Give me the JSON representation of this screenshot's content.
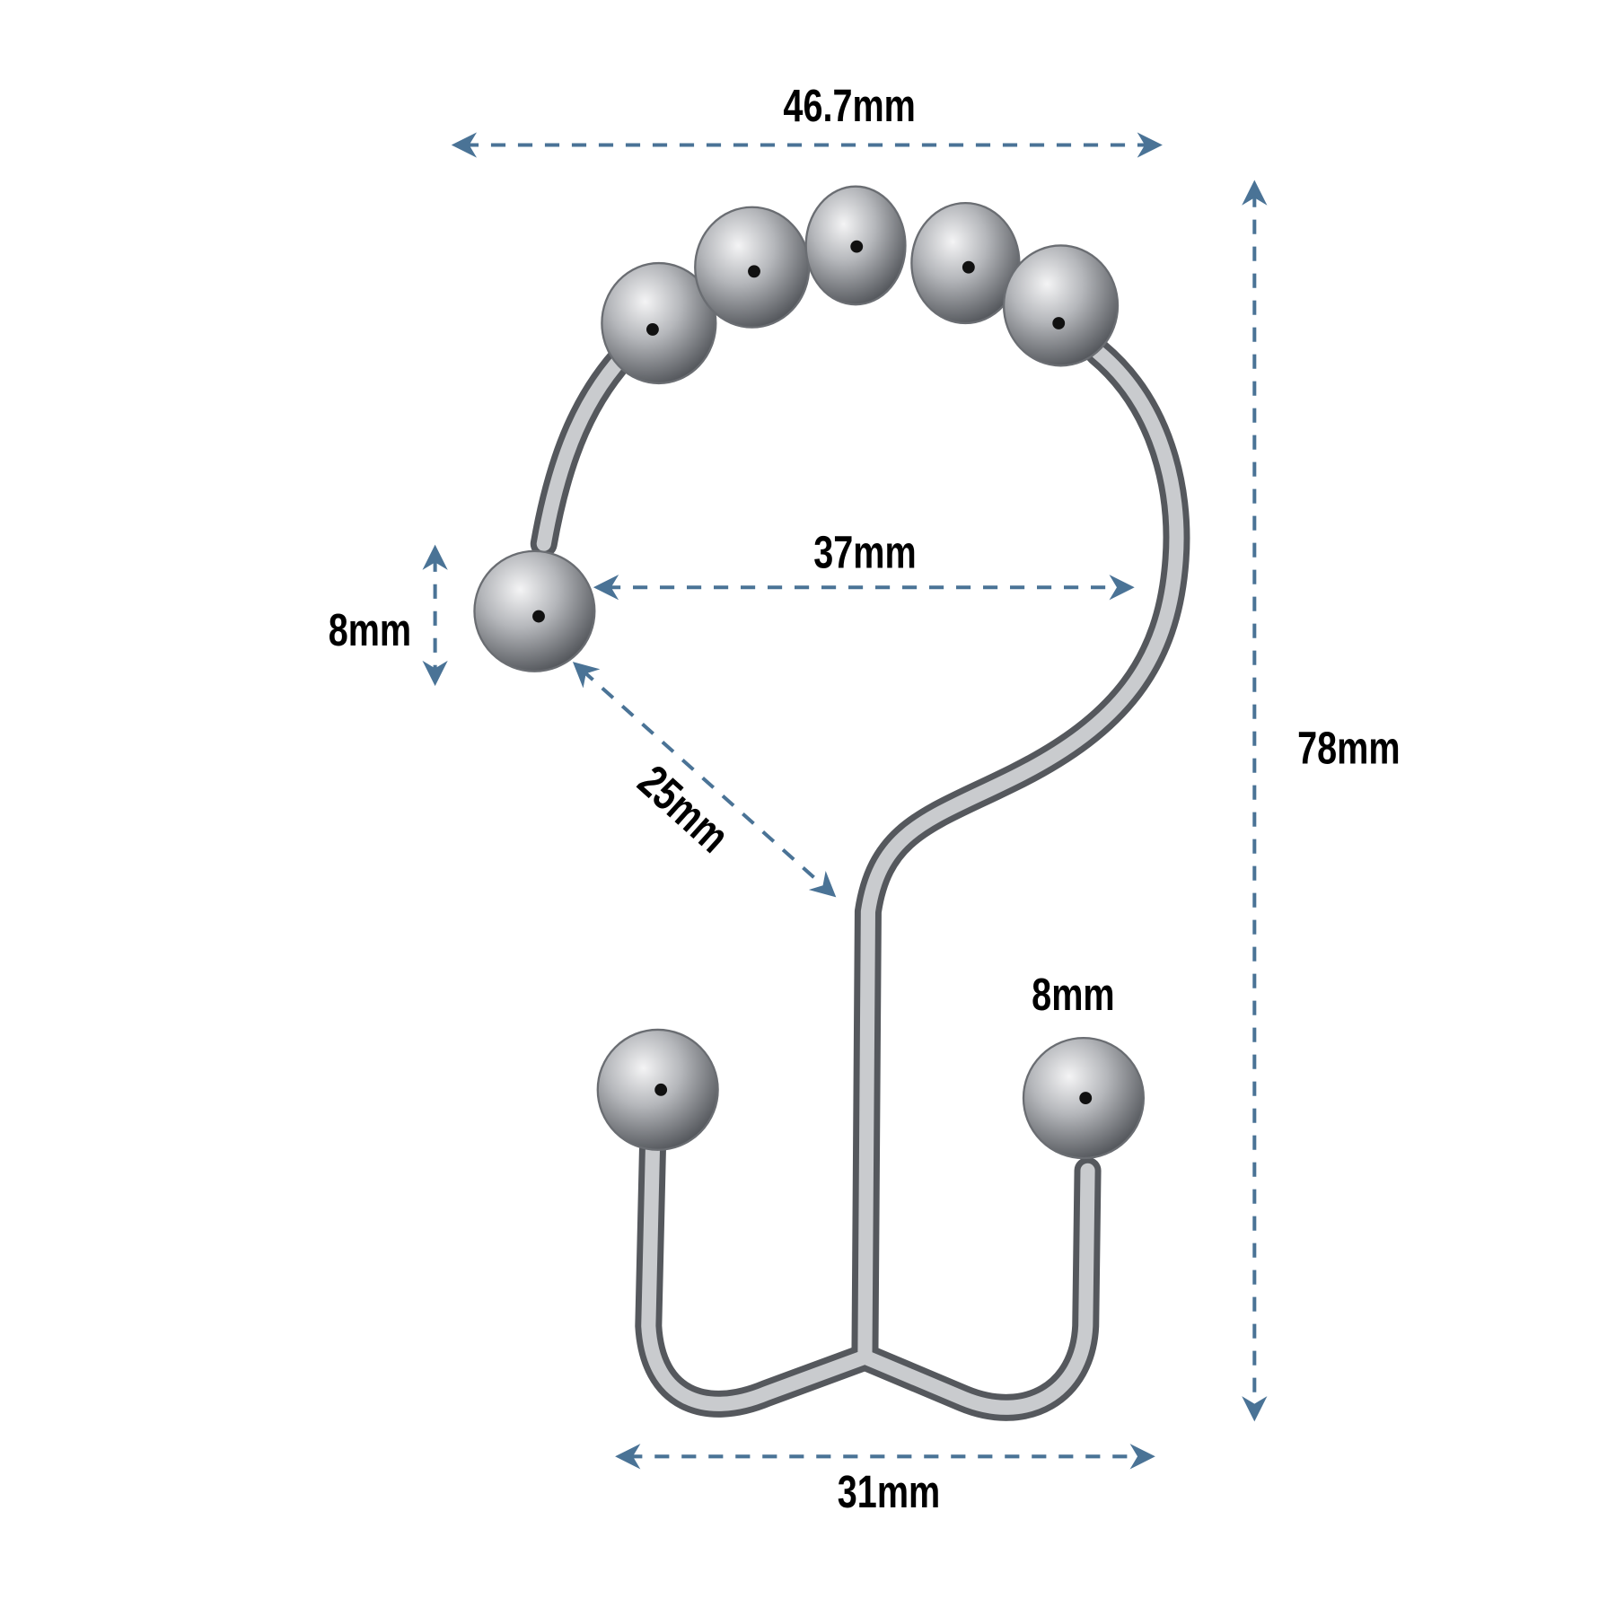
{
  "dimensions": {
    "overall_width": "46.7mm",
    "overall_height": "78mm",
    "inner_width": "37mm",
    "ball_diameter_top": "8mm",
    "opening_gap": "25mm",
    "ball_diameter_bottom": "8mm",
    "bottom_width": "31mm"
  },
  "colors": {
    "dimension_line": "#4a7396",
    "label": "#000000",
    "metal": "#a9abb0"
  }
}
